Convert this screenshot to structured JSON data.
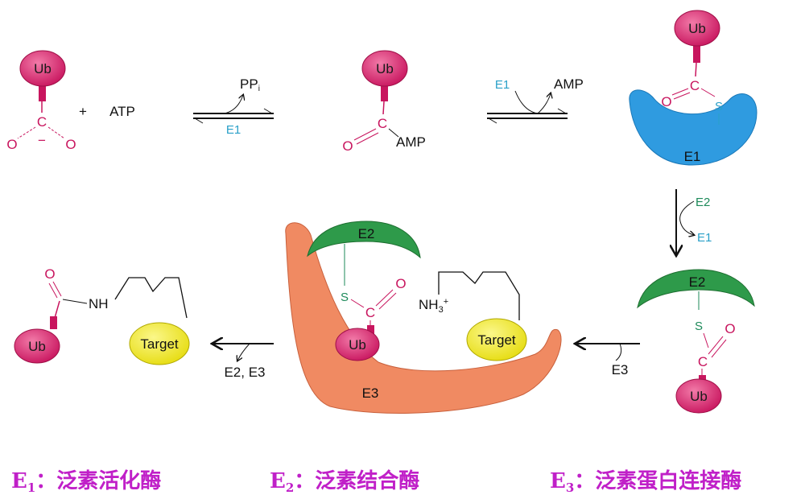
{
  "molecules": {
    "ub": "Ub",
    "carbon": "C",
    "oxygen": "O",
    "sulfur": "S",
    "minus": "−",
    "plus": "+",
    "atp": "ATP",
    "amp": "AMP",
    "nh": "NH",
    "nh3": "NH",
    "nh3_sub": "3",
    "nh3_sup": "+",
    "target": "Target"
  },
  "enzymes": {
    "e1": "E1",
    "e2": "E2",
    "e3": "E3"
  },
  "arrows": {
    "step1_product": "PP",
    "step1_product_sub": "i",
    "step1_enzyme": "E1",
    "step2_enzyme": "E1",
    "step2_product": "AMP",
    "step3_in": "E2",
    "step3_out": "E1",
    "step4_enzyme": "E3",
    "step5_release": "E2, E3"
  },
  "legend": [
    {
      "label": "E",
      "sub": "1",
      "text": "：泛素活化酶"
    },
    {
      "label": "E",
      "sub": "2",
      "text": "：泛素结合酶"
    },
    {
      "label": "E",
      "sub": "3",
      "text": "：泛素蛋白连接酶"
    }
  ],
  "colors": {
    "ub": "#d6246e",
    "e1": "#2f9be0",
    "e2": "#2e9a4a",
    "e3": "#f08a62",
    "target": "#f2ec28",
    "legend": "#c020c8"
  }
}
